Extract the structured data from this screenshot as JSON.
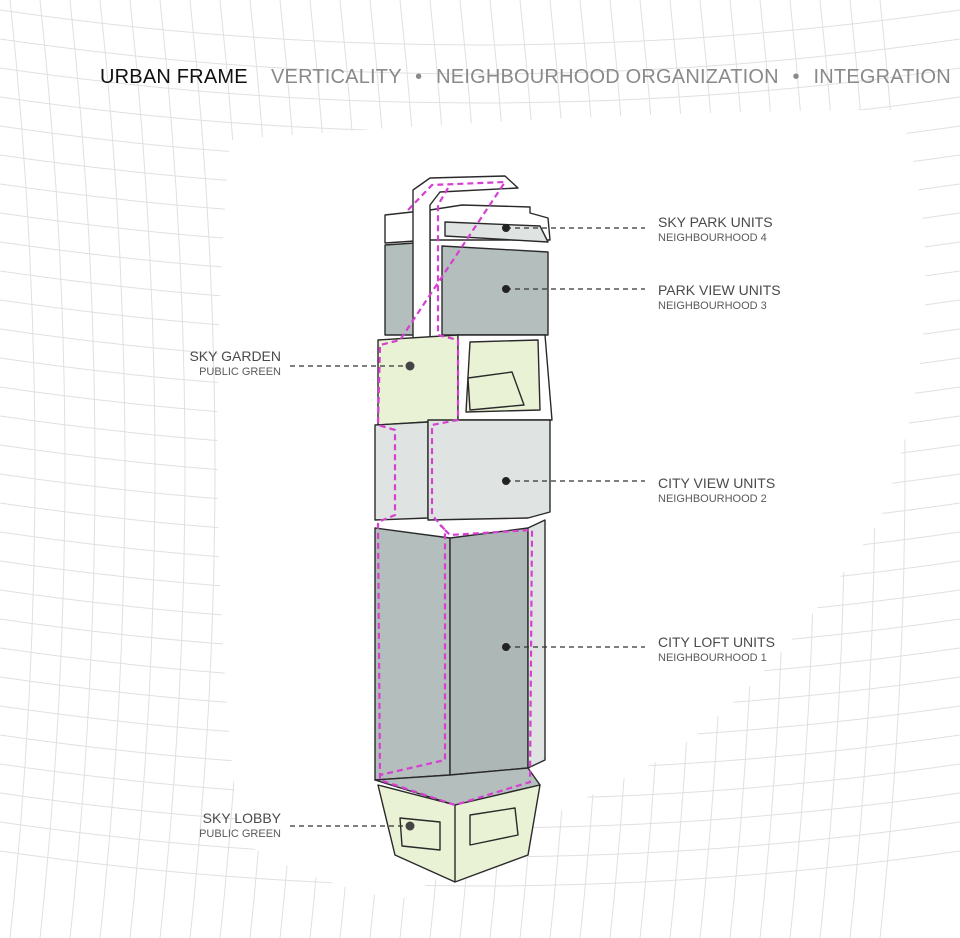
{
  "header": {
    "title": "URBAN FRAME",
    "themes": [
      "VERTICALITY",
      "NEIGHBOURHOOD ORGANIZATION",
      "INTEGRATION"
    ],
    "separator": "•"
  },
  "labels": {
    "sky_park": {
      "title": "SKY PARK UNITS",
      "sub": "NEIGHBOURHOOD 4"
    },
    "park_view": {
      "title": "PARK VIEW UNITS",
      "sub": "NEIGHBOURHOOD 3"
    },
    "sky_garden": {
      "title": "SKY GARDEN",
      "sub": "PUBLIC GREEN"
    },
    "city_view": {
      "title": "CITY VIEW UNITS",
      "sub": "NEIGHBOURHOOD 2"
    },
    "city_loft": {
      "title": "CITY LOFT UNITS",
      "sub": "NEIGHBOURHOOD 1"
    },
    "sky_lobby": {
      "title": "SKY LOBBY",
      "sub": "PUBLIC GREEN"
    }
  },
  "colors": {
    "green": "#eaf2d6",
    "gray_dark": "#b4bfbd",
    "gray_light": "#dfe4e2",
    "path": "#d63fd0",
    "grid": "#e2e2e2"
  }
}
